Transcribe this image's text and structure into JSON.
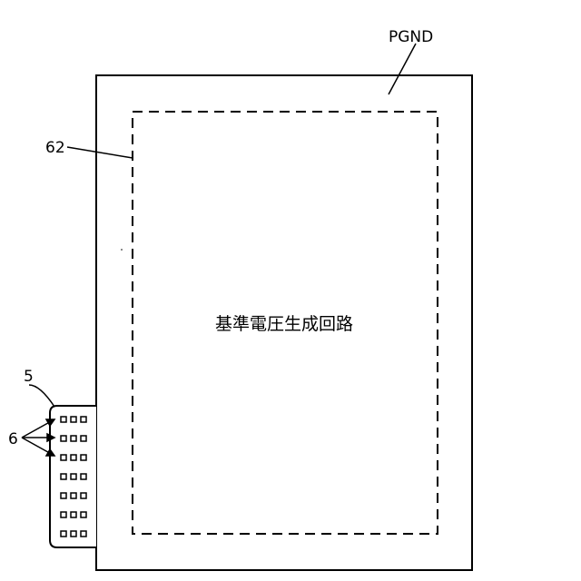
{
  "labels": {
    "pgnd": "PGND",
    "area_ref": "62",
    "connector_ref": "5",
    "pin_ref": "6",
    "circuit_text": "基準電圧生成回路"
  },
  "connector": {
    "pin_rows": 7,
    "pin_columns": 3
  },
  "colors": {
    "stroke": "#000000",
    "background": "#ffffff"
  }
}
